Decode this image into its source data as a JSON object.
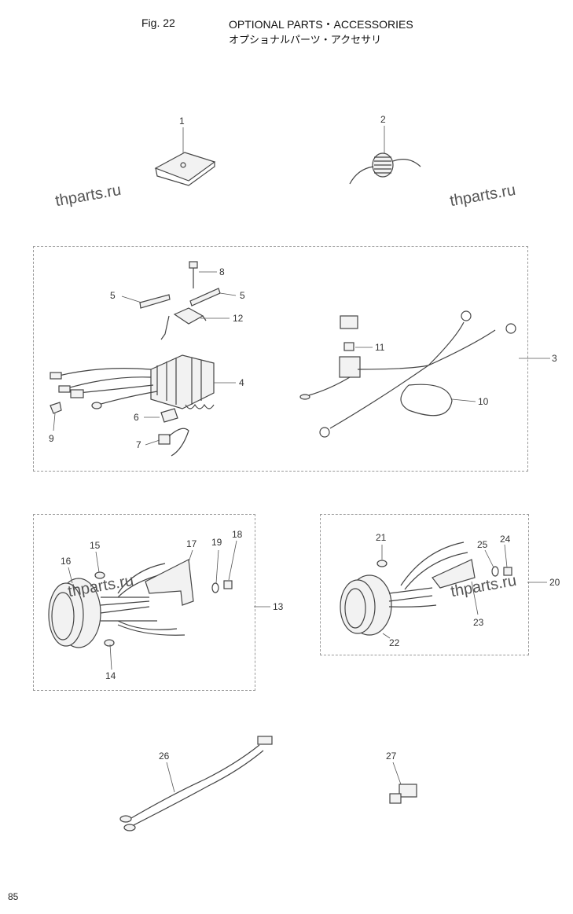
{
  "header": {
    "fig_label": "Fig. 22",
    "title": "OPTIONAL PARTS・ACCESSORIES",
    "subtitle_jp": "オプショナルパーツ・アクセサリ"
  },
  "watermarks": [
    "thparts.ru",
    "thparts.ru",
    "thparts.ru",
    "thparts.ru"
  ],
  "callouts": [
    "1",
    "2",
    "3",
    "4",
    "5",
    "5",
    "6",
    "7",
    "8",
    "9",
    "10",
    "11",
    "12",
    "13",
    "14",
    "15",
    "16",
    "17",
    "18",
    "19",
    "20",
    "21",
    "22",
    "23",
    "24",
    "25",
    "26",
    "27"
  ],
  "page_number": "85"
}
